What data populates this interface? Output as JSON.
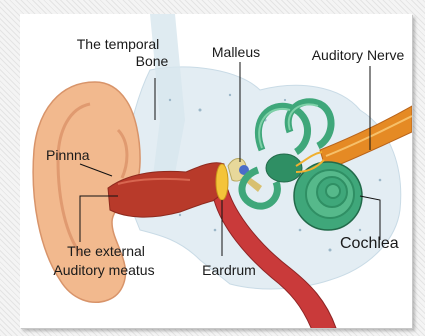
{
  "labels": {
    "temporal_bone_line1": "The temporal",
    "temporal_bone_line2": "Bone",
    "malleus": "Malleus",
    "auditory_nerve": "Auditory Nerve",
    "pinna": "Pinnna",
    "external_meatus_line1": "The external",
    "external_meatus_line2": "Auditory meatus",
    "eardrum": "Eardrum",
    "cochlea": "Cochlea"
  },
  "colors": {
    "skin": "#f2b98e",
    "canal": "#b83a2a",
    "bone": "#e4eef4",
    "cochlea": "#3fa77a",
    "nerve": "#e58a24",
    "tube": "#c93a3a"
  }
}
